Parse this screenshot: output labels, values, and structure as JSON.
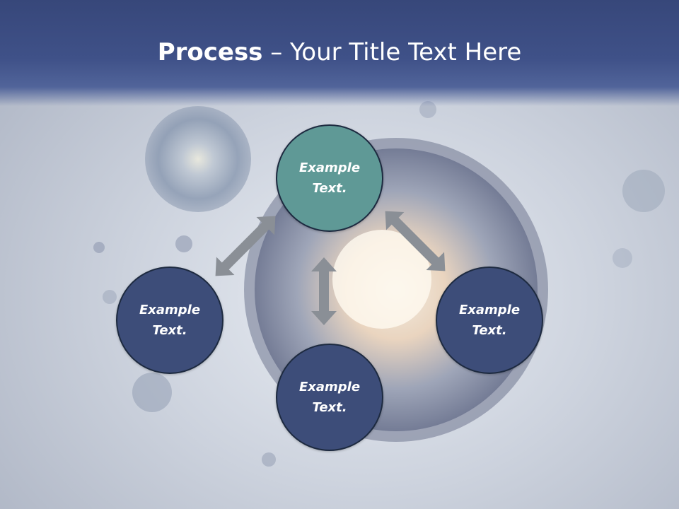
{
  "title": {
    "bold": "Process",
    "rest": " – Your Title Text Here"
  },
  "nodes": [
    {
      "id": "top",
      "line1": "Example",
      "line2": "Text."
    },
    {
      "id": "left",
      "line1": "Example",
      "line2": "Text."
    },
    {
      "id": "right",
      "line1": "Example",
      "line2": "Text."
    },
    {
      "id": "bottom",
      "line1": "Example",
      "line2": "Text."
    }
  ],
  "colors": {
    "header": "#3f5188",
    "accent_node": "#5f9996",
    "navy_node": "#3d4d79",
    "arrow": "#8a8f96"
  }
}
